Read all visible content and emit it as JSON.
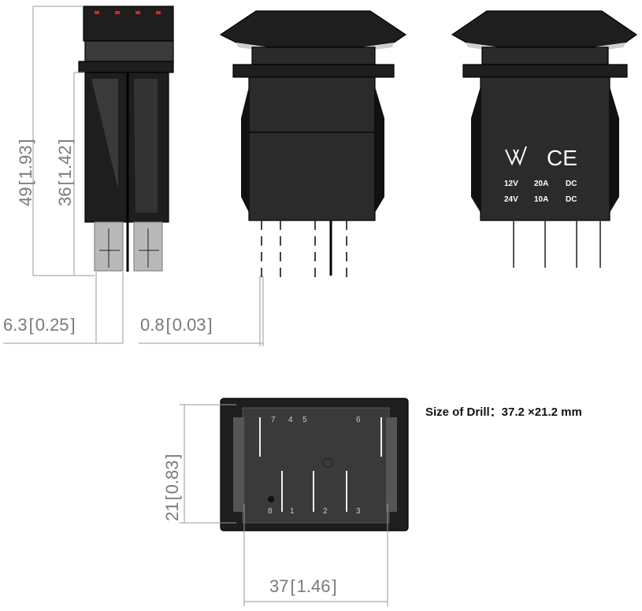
{
  "dimensions": {
    "height_total": {
      "mm": "49",
      "in": "1.93"
    },
    "height_body": {
      "mm": "36",
      "in": "1.42"
    },
    "terminal_width": {
      "mm": "6.3",
      "in": "0.25"
    },
    "terminal_thickness": {
      "mm": "0.8",
      "in": "0.03"
    },
    "panel_height": {
      "mm": "21",
      "in": "0.83"
    },
    "panel_width": {
      "mm": "37",
      "in": "1.46"
    }
  },
  "rating_label": {
    "row1": [
      "12V",
      "20A",
      "DC"
    ],
    "row2": [
      "24V",
      "10A",
      "DC"
    ],
    "ce_mark": "CE"
  },
  "terminal_numbers": [
    "7",
    "4",
    "5",
    "6",
    "8",
    "1",
    "2",
    "3"
  ],
  "drill_note": "Size of Drill：37.2 ×21.2 mm",
  "colors": {
    "body": "#1e1e1e",
    "indicator": "#d22"
  }
}
